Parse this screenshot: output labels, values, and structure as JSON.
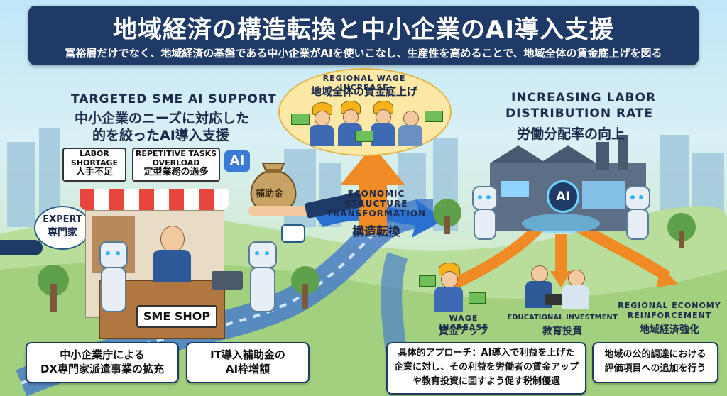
{
  "header": {
    "title": "地域経済の構造転換と中小企業のAI導入支援",
    "subtitle": "富裕層だけでなく、地域経済の基盤である中小企業がAIを使いこなし、生産性を高めることで、地域全体の賃金底上げを図る"
  },
  "left": {
    "heading_en_1": "TARGETED SME AI SUPPORT",
    "heading_jp_1": "中小企業のニーズに対応した",
    "heading_jp_2": "的を絞ったAI導入支援",
    "sign_labor_en_1": "LABOR",
    "sign_labor_en_2": "SHORTAGE",
    "sign_labor_jp": "人手不足",
    "sign_tasks_en_1": "REPETITIVE TASKS",
    "sign_tasks_en_2": "OVERLOAD",
    "sign_tasks_jp": "定型業務の過多",
    "ai_badge": "AI",
    "expert_en": "EXPERT",
    "expert_jp": "専門家",
    "subsidy_bag": "補助金",
    "shop_sign": "SME SHOP",
    "box1_line1": "中小企業庁による",
    "box1_line2": "DX専門家派遣事業の拡充",
    "box2_line1": "IT導入補助金の",
    "box2_line2": "AI枠増額"
  },
  "center": {
    "wage_en": "REGIONAL WAGE INCREASE",
    "wage_jp": "地域全体の賃金底上げ",
    "transform_en_1": "ECONOMIC",
    "transform_en_2": "STRUCTURE",
    "transform_en_3": "TRANSFORMATION",
    "transform_jp": "構造転換"
  },
  "right": {
    "heading_en_1": "INCREASING LABOR",
    "heading_en_2": "DISTRIBUTION RATE",
    "heading_jp": "労働分配率の向上",
    "factory_ai": "AI",
    "wage_inc_en": "WAGE INCREASE",
    "wage_inc_jp": "賃金アップ",
    "edu_en": "EDUCATIONAL INVESTMENT",
    "edu_jp": "教育投資",
    "reinf_en_1": "REGIONAL ECONOMY",
    "reinf_en_2": "REINFORCEMENT",
    "reinf_jp": "地域経済強化",
    "box3_line1": "具体的アプローチ：AI導入で利益を上げた",
    "box3_line2": "企業に対し、その利益を労働者の賃金アップ",
    "box3_line3": "や教育投資に回すよう促す税制優遇",
    "box4_line1": "地域の公的調達における",
    "box4_line2": "評価項目への追加を行う"
  },
  "colors": {
    "title_bg": "#1f3a66",
    "road": "#4a7fc9",
    "arrow_orange": "#f08a24",
    "sky": "#bfe6f7",
    "grass": "#9fd08a"
  }
}
